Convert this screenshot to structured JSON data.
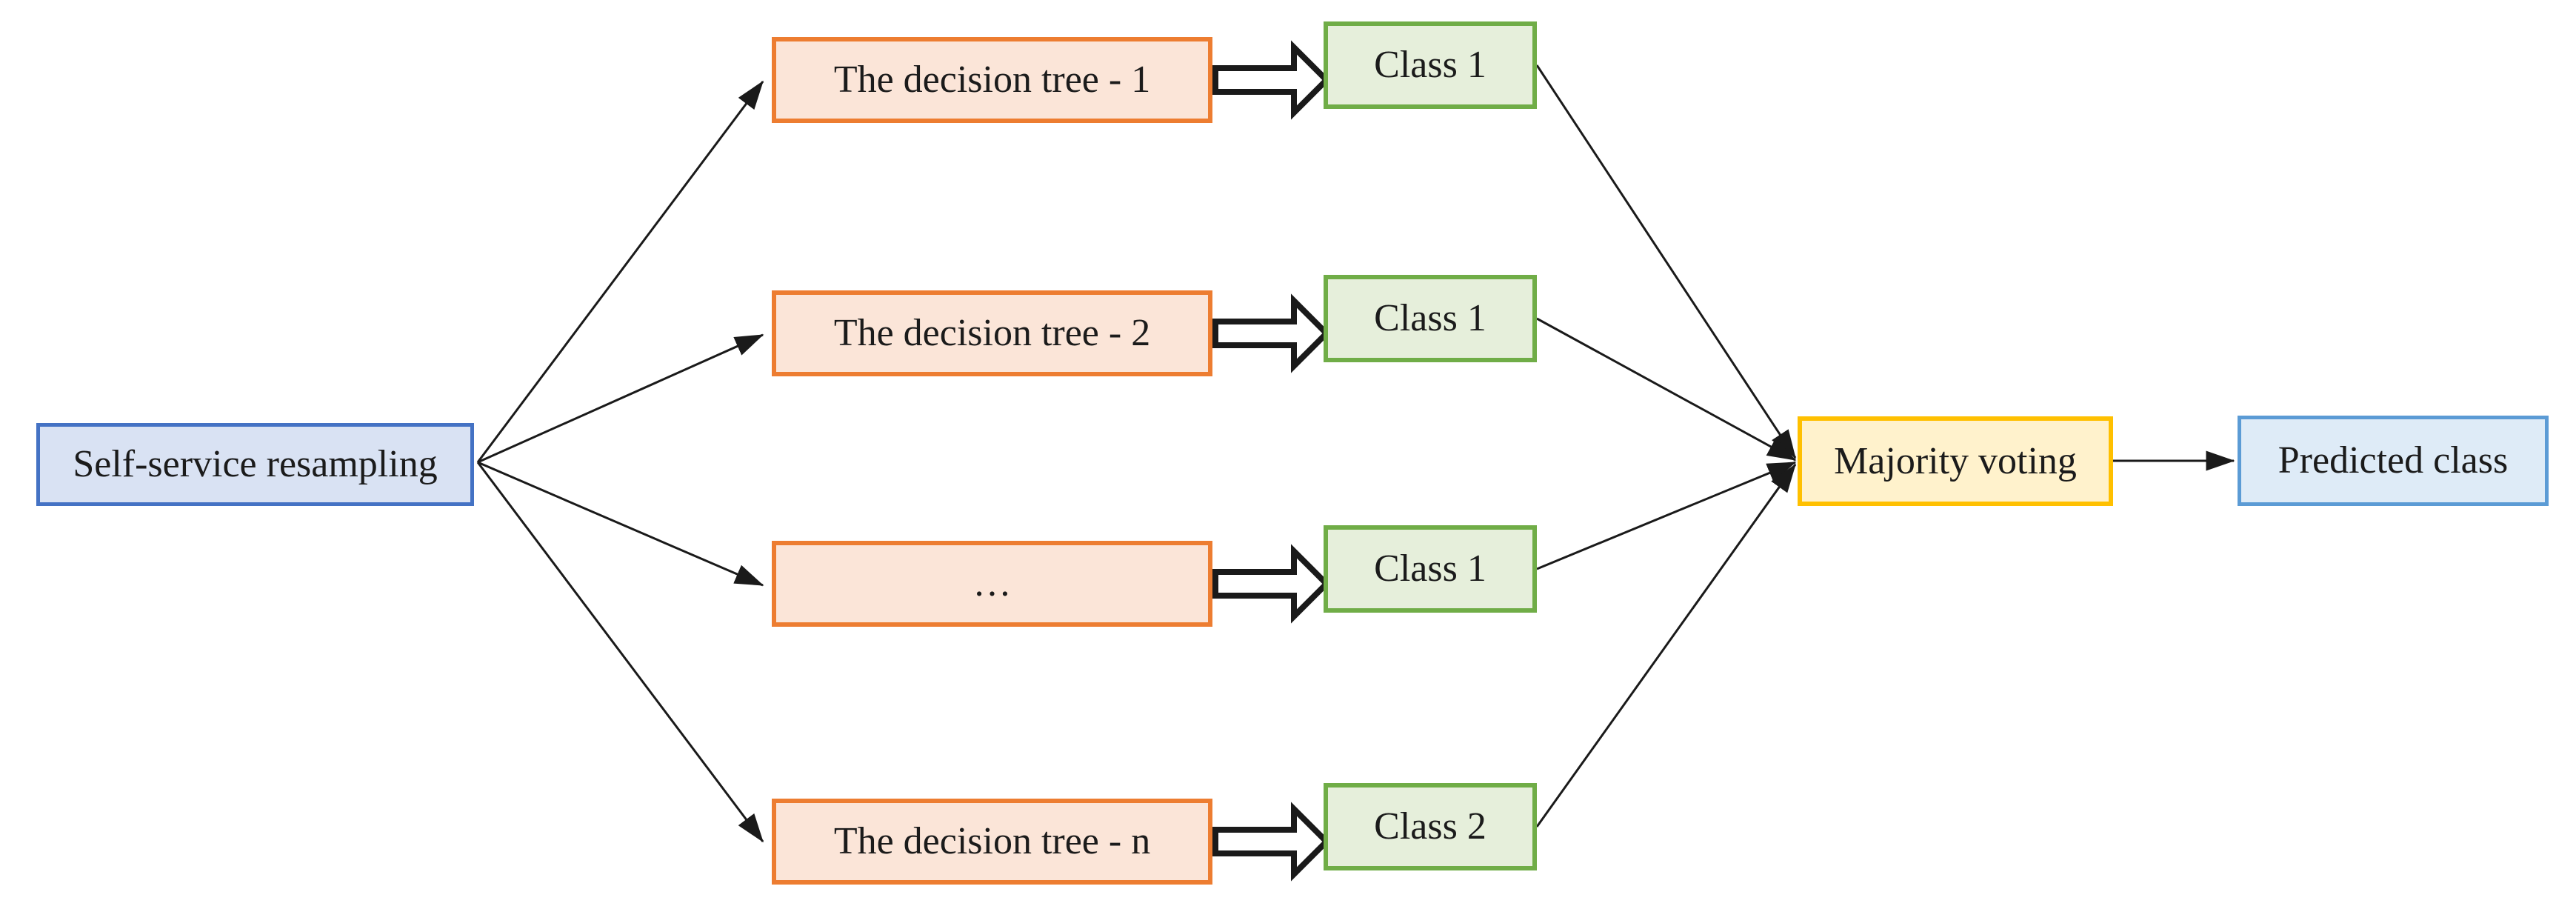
{
  "figure": {
    "description": "Ensemble classification flow diagram (bagging / random forest majority voting)",
    "palette": {
      "background": "#ffffff",
      "line": "#1a1a1a",
      "text": "#1b1b1b",
      "blue_fill": "#d9e2f3",
      "blue_border": "#4472c4",
      "orange_fill": "#fbe5d8",
      "orange_border": "#ed7d31",
      "green_fill": "#e6efdb",
      "green_border": "#70ad47",
      "yellow_fill": "#fff2cc",
      "yellow_border": "#ffc000",
      "lightblue_fill": "#deebf7",
      "lightblue_border": "#5b9bd5",
      "block_arrow_fill": "#ffffff",
      "block_arrow_stroke": "#1a1a1a"
    },
    "nodes": {
      "resampling": {
        "label": "Self-service resampling"
      },
      "tree1": {
        "label": "The decision tree - 1"
      },
      "tree2": {
        "label": "The decision tree - 2"
      },
      "tree3": {
        "label": "…"
      },
      "tree4": {
        "label": "The decision tree - n"
      },
      "class1": {
        "label": "Class 1"
      },
      "class2": {
        "label": "Class 1"
      },
      "class3": {
        "label": "Class 1"
      },
      "class4": {
        "label": "Class 2"
      },
      "voting": {
        "label": "Majority voting"
      },
      "predicted": {
        "label": "Predicted class"
      }
    },
    "edges": [
      {
        "from": "resampling",
        "to": "tree1",
        "type": "thin-arrow"
      },
      {
        "from": "resampling",
        "to": "tree2",
        "type": "thin-arrow"
      },
      {
        "from": "resampling",
        "to": "tree3",
        "type": "thin-arrow"
      },
      {
        "from": "resampling",
        "to": "tree4",
        "type": "thin-arrow"
      },
      {
        "from": "tree1",
        "to": "class1",
        "type": "block-arrow"
      },
      {
        "from": "tree2",
        "to": "class2",
        "type": "block-arrow"
      },
      {
        "from": "tree3",
        "to": "class3",
        "type": "block-arrow"
      },
      {
        "from": "tree4",
        "to": "class4",
        "type": "block-arrow"
      },
      {
        "from": "class1",
        "to": "voting",
        "type": "thin-arrow"
      },
      {
        "from": "class2",
        "to": "voting",
        "type": "thin-arrow"
      },
      {
        "from": "class3",
        "to": "voting",
        "type": "thin-arrow"
      },
      {
        "from": "class4",
        "to": "voting",
        "type": "thin-arrow"
      },
      {
        "from": "voting",
        "to": "predicted",
        "type": "thin-arrow"
      }
    ]
  }
}
